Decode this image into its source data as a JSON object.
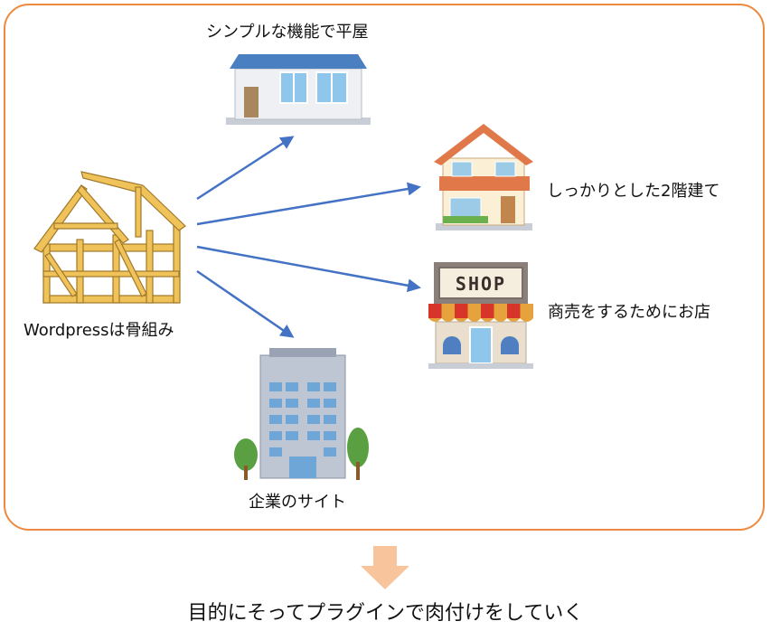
{
  "labels": {
    "frame": "Wordpressは骨組み",
    "flat_house": "シンプルな機能で平屋",
    "two_story": "しっかりとした2階建て",
    "shop": "商売をするためにお店",
    "shop_sign": "SHOP",
    "office": "企業のサイト"
  },
  "conclusion": "目的にそってプラグインで肉付けをしていく",
  "colors": {
    "frame_border": "#ed8a3f",
    "arrow": "#4472c4",
    "down_arrow": "#f7c49b",
    "timber": "#e8b64a"
  }
}
